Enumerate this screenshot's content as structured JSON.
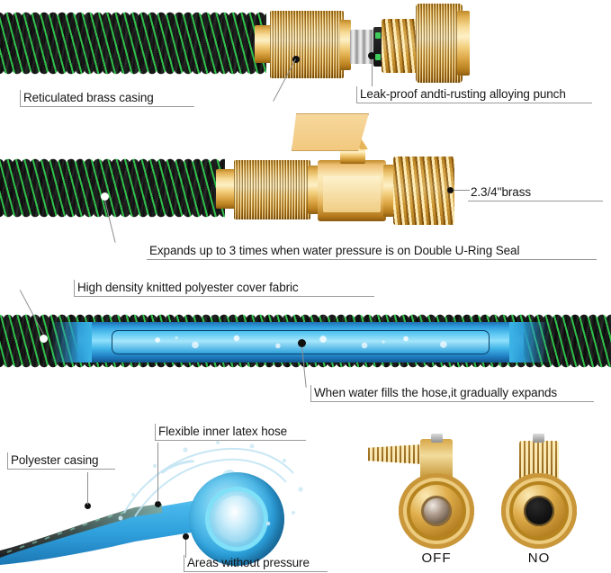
{
  "document": {
    "type": "product-infographic",
    "subject": "Expandable garden hose feature diagram",
    "background_color": "#ffffff",
    "text_color": "#171717",
    "rule_color": "#9a9a9a"
  },
  "palette": {
    "brass_light": "#fdf0c6",
    "brass_mid": "#e2b154",
    "brass_dark": "#8f5f12",
    "alloy_silver": "#c9c9c9",
    "hose_black": "#0b0b0b",
    "hose_green": "#2fbf4a",
    "water_blue": "#2f9ede",
    "water_light": "#a7e6fb",
    "latex_blue": "#3bb0e8"
  },
  "sections": [
    {
      "id": "section-1-connector",
      "description": "Braided hose with reticulated brass casing, alloy punch and threaded nut",
      "labels": [
        {
          "id": "reticulated-brass-casing",
          "text": "Reticulated brass casing",
          "align": "left"
        },
        {
          "id": "leak-proof-punch",
          "text": "Leak-proof andti-rusting alloying punch",
          "align": "left"
        }
      ]
    },
    {
      "id": "section-2-valve",
      "description": "Braided hose with knurled collar and brass ball valve with lever handle",
      "labels": [
        {
          "id": "brass-size",
          "text": "2.3/4''brass",
          "align": "left"
        },
        {
          "id": "expands-three-times",
          "text": "Expands up to 3 times when water pressure is on Double U-Ring Seal",
          "align": "left"
        }
      ]
    },
    {
      "id": "section-3-water-fill",
      "description": "Braided hose cutaway showing blue water-filled inner tube with bubbles",
      "labels": [
        {
          "id": "knitted-cover-fabric",
          "text": "High density knitted polyester cover fabric",
          "align": "left"
        },
        {
          "id": "gradually-expands",
          "text": "When water fills the hose,it gradually expands",
          "align": "left"
        }
      ]
    },
    {
      "id": "section-4-cross-section",
      "description": "Blue inner latex hose cross-section with water splash, plus two brass valve states",
      "labels": [
        {
          "id": "polyester-casing",
          "text": "Polyester casing",
          "align": "left"
        },
        {
          "id": "flexible-inner-latex-hose",
          "text": "Flexible inner latex hose",
          "align": "left"
        },
        {
          "id": "areas-without-pressure",
          "text": "Areas without pressure",
          "align": "left"
        }
      ],
      "valves": [
        {
          "id": "valve-off",
          "state_label": "OFF",
          "handle": "open-lever",
          "port_color": "#6b5a4a"
        },
        {
          "id": "valve-on",
          "state_label": "NO",
          "handle": "closed-knob",
          "port_color": "#141414"
        }
      ]
    }
  ]
}
